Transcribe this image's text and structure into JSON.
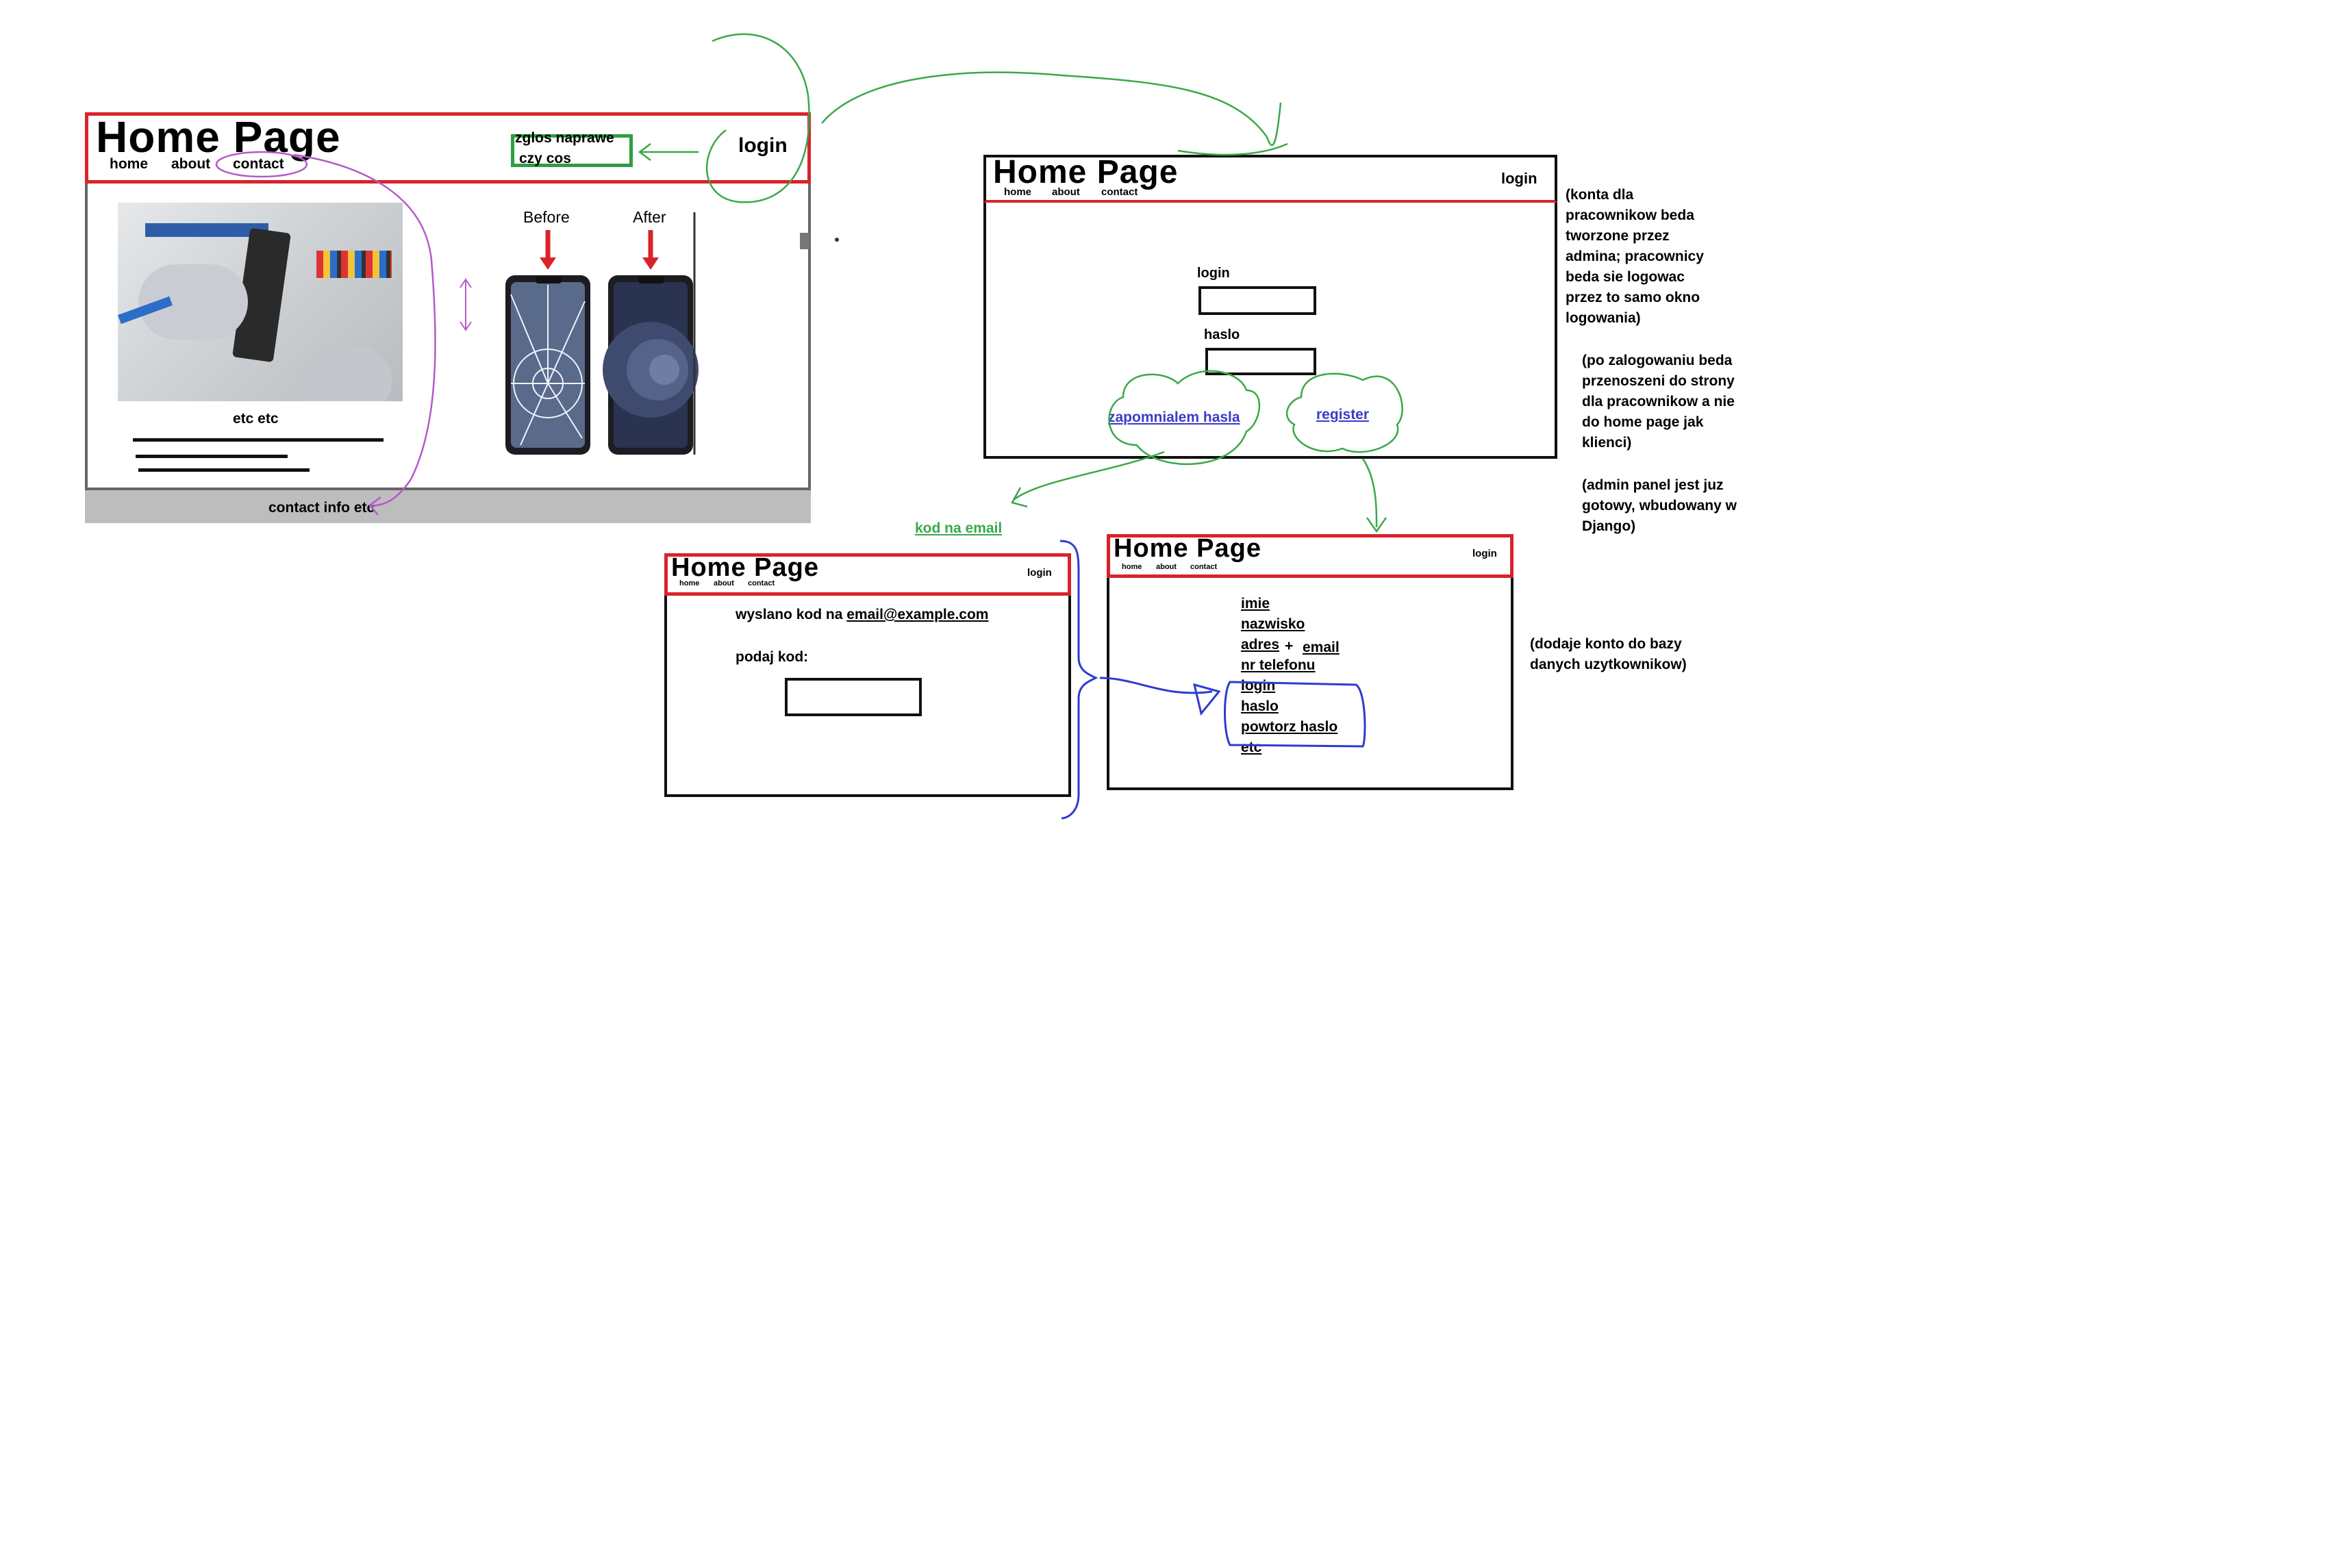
{
  "main_mockup": {
    "header_title": "Home Page",
    "nav": [
      "home",
      "about",
      "contact"
    ],
    "report_box_line1": "zglos naprawe",
    "report_box_line2": "czy cos",
    "login": "login",
    "caption": "etc etc",
    "before_label": "Before",
    "after_label": "After",
    "footer_text": "contact info etc"
  },
  "login_mockup": {
    "header_title": "Home Page",
    "nav": [
      "home",
      "about",
      "contact"
    ],
    "login": "login",
    "login_label": "login",
    "password_label": "haslo",
    "forgot_link": "zapomnialem hasla",
    "register_link": "register"
  },
  "code_mockup": {
    "header_title": "Home Page",
    "nav": [
      "home",
      "about",
      "contact"
    ],
    "login": "login",
    "sent_prefix": "wyslano kod na",
    "email": "email@example.com",
    "enter_code": "podaj kod:"
  },
  "register_mockup": {
    "header_title": "Home Page",
    "nav": [
      "home",
      "about",
      "contact"
    ],
    "login": "login",
    "fields": [
      "imie",
      "nazwisko",
      "adres",
      "nr telefonu",
      "login",
      "haslo",
      "powtorz haslo",
      "etc"
    ],
    "plus": "+",
    "email_field": "email"
  },
  "annotations": {
    "code_email": "kod na email",
    "accounts_note": [
      "(konta dla",
      "pracownikow beda",
      "tworzone przez",
      "admina; pracownicy",
      "beda sie logowac",
      "przez to samo okno",
      "logowania)"
    ],
    "after_login_note": [
      "(po zalogowaniu beda",
      "przenoszeni do strony",
      "dla pracownikow a nie",
      "do home page jak",
      "klienci)"
    ],
    "admin_note": [
      "(admin panel jest juz",
      "gotowy, wbudowany w",
      "Django)"
    ],
    "db_note": [
      "(dodaje konto do bazy",
      "danych uzytkownikow)"
    ]
  },
  "colors": {
    "header_border": "#d9232b",
    "green_annotation": "#3aa84a",
    "blue_annotation": "#2b3ccf",
    "purple_annotation": "#b45ac8",
    "footer_bg": "#bdbdbd"
  }
}
